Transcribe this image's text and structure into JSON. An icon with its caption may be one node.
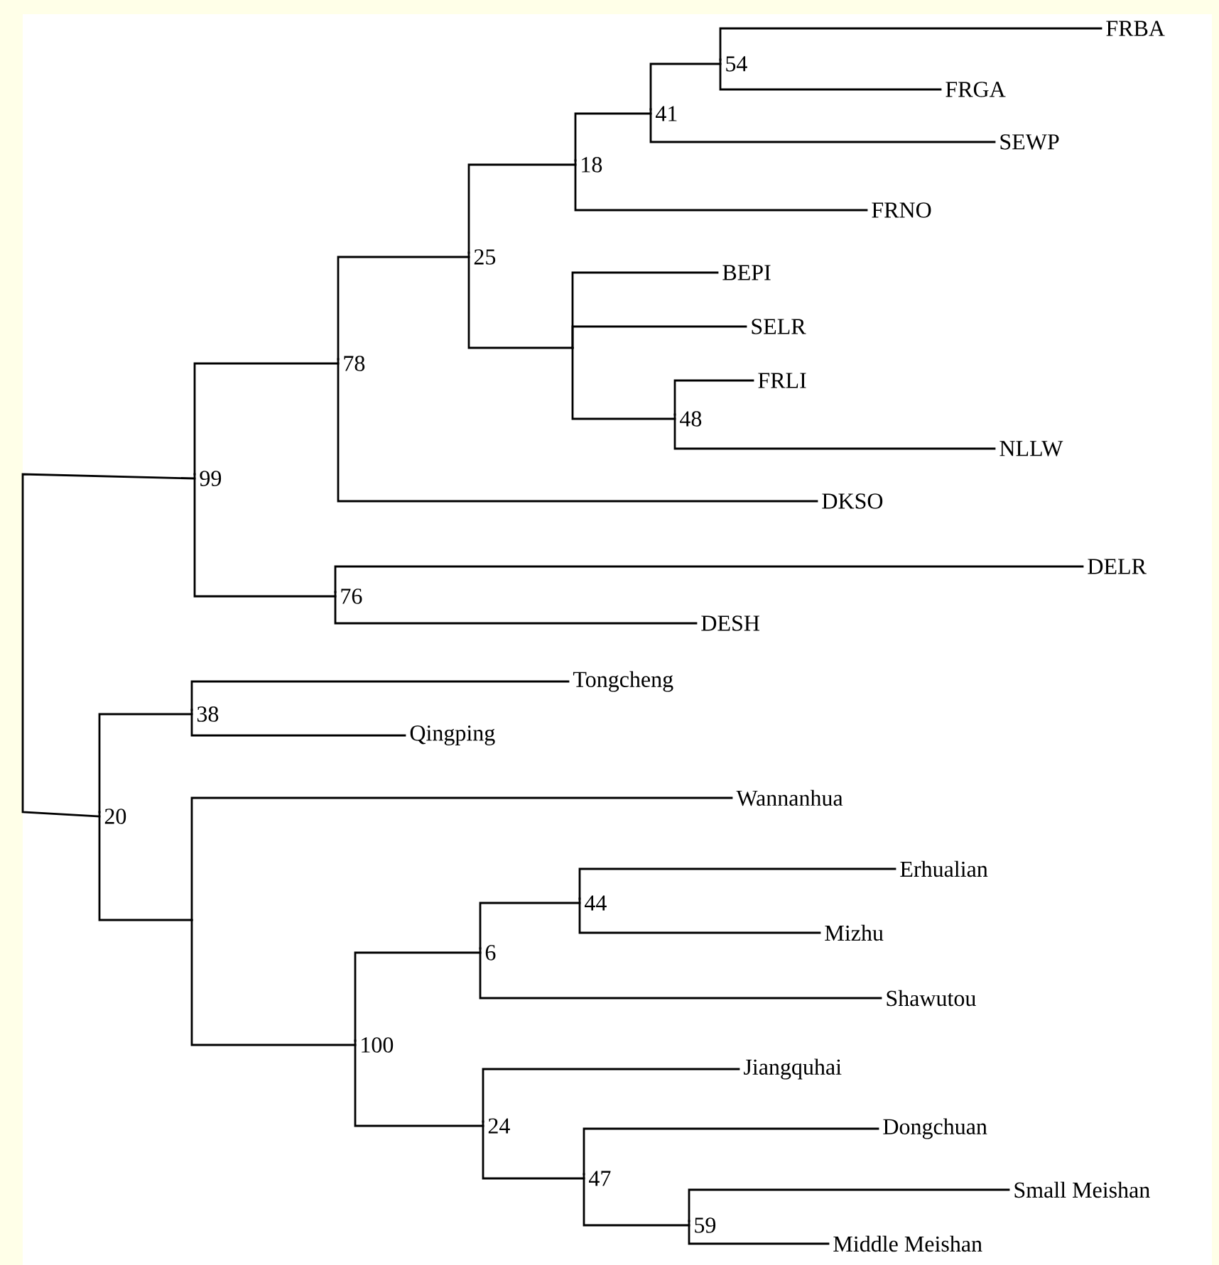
{
  "diagram": {
    "nodes": [
      {
        "text": [
          "99"
        ]
      },
      {
        "text": [
          "78"
        ]
      },
      {
        "text": [
          "25"
        ]
      },
      {
        "text": [
          "18"
        ]
      },
      {
        "text": [
          "41"
        ]
      },
      {
        "text": [
          "54"
        ]
      },
      {
        "text": [
          "FRBA"
        ]
      },
      {
        "text": [
          "FRGA"
        ]
      },
      {
        "text": [
          "SEWP"
        ]
      },
      {
        "text": [
          "FRNO"
        ]
      },
      {
        "text": [],
        "shape": "point"
      },
      {
        "text": [
          "BEPI"
        ]
      },
      {
        "text": [
          "SELR"
        ]
      },
      {
        "text": [
          "48"
        ]
      },
      {
        "text": [
          "FRLI"
        ]
      },
      {
        "text": [
          "NLLW"
        ]
      },
      {
        "text": [
          "DKSO"
        ]
      },
      {
        "text": [
          "76"
        ]
      },
      {
        "text": [
          "DELR"
        ]
      },
      {
        "text": [
          "DESH"
        ]
      },
      {
        "text": [
          "20"
        ]
      },
      {
        "text": [
          "38"
        ]
      },
      {
        "text": [
          "Tongcheng"
        ]
      },
      {
        "text": [
          "Qingping"
        ]
      },
      {
        "text": [],
        "shape": "point"
      },
      {
        "text": [
          "Wannanhua"
        ]
      },
      {
        "text": [
          "100"
        ]
      },
      {
        "text": [
          "6"
        ]
      },
      {
        "text": [
          "44"
        ]
      },
      {
        "text": [
          "Erhualian"
        ]
      },
      {
        "text": [
          "Mizhu"
        ]
      },
      {
        "text": [
          "Shawutou"
        ]
      },
      {
        "text": [
          "24"
        ]
      },
      {
        "text": [
          "Jiangquhai"
        ]
      },
      {
        "text": [
          "47"
        ]
      },
      {
        "text": [
          "Dongchuan"
        ]
      },
      {
        "text": [
          "59"
        ]
      },
      {
        "text": [
          "Small Meishan"
        ]
      },
      {
        "text": [
          "Middle Meishan"
        ]
      }
    ],
    "edges": [
      {
        "from": 0,
        "to": 20,
        "arrow": "none"
      },
      {
        "from": 0,
        "to": 1,
        "arrow": "none"
      },
      {
        "from": 0,
        "to": 17,
        "arrow": "none"
      },
      {
        "from": 1,
        "to": 2,
        "arrow": "none"
      },
      {
        "from": 1,
        "to": 16,
        "arrow": "none"
      },
      {
        "from": 2,
        "to": 3,
        "arrow": "none"
      },
      {
        "from": 2,
        "to": 10,
        "arrow": "none"
      },
      {
        "from": 3,
        "to": 4,
        "arrow": "none"
      },
      {
        "from": 3,
        "to": 9,
        "arrow": "none"
      },
      {
        "from": 4,
        "to": 5,
        "arrow": "none"
      },
      {
        "from": 4,
        "to": 8,
        "arrow": "none"
      },
      {
        "from": 5,
        "to": 6,
        "arrow": "none"
      },
      {
        "from": 5,
        "to": 7,
        "arrow": "none"
      },
      {
        "from": 10,
        "to": 11,
        "arrow": "none"
      },
      {
        "from": 10,
        "to": 12,
        "arrow": "none"
      },
      {
        "from": 10,
        "to": 13,
        "arrow": "none"
      },
      {
        "from": 13,
        "to": 14,
        "arrow": "none"
      },
      {
        "from": 13,
        "to": 15,
        "arrow": "none"
      },
      {
        "from": 17,
        "to": 18,
        "arrow": "none"
      },
      {
        "from": 17,
        "to": 19,
        "arrow": "none"
      },
      {
        "from": 20,
        "to": 21,
        "arrow": "none"
      },
      {
        "from": 20,
        "to": 24,
        "arrow": "none"
      },
      {
        "from": 21,
        "to": 22,
        "arrow": "none"
      },
      {
        "from": 21,
        "to": 23,
        "arrow": "none"
      },
      {
        "from": 24,
        "to": 25,
        "arrow": "none"
      },
      {
        "from": 24,
        "to": 26,
        "arrow": "none"
      },
      {
        "from": 26,
        "to": 27,
        "arrow": "none"
      },
      {
        "from": 26,
        "to": 32,
        "arrow": "none"
      },
      {
        "from": 27,
        "to": 28,
        "arrow": "none"
      },
      {
        "from": 27,
        "to": 31,
        "arrow": "none"
      },
      {
        "from": 28,
        "to": 29,
        "arrow": "none"
      },
      {
        "from": 28,
        "to": 30,
        "arrow": "none"
      },
      {
        "from": 32,
        "to": 33,
        "arrow": "none"
      },
      {
        "from": 32,
        "to": 34,
        "arrow": "none"
      },
      {
        "from": 34,
        "to": 35,
        "arrow": "none"
      },
      {
        "from": 34,
        "to": 36,
        "arrow": "none"
      },
      {
        "from": 36,
        "to": 37,
        "arrow": "none"
      },
      {
        "from": 36,
        "to": 38,
        "arrow": "none"
      }
    ]
  }
}
